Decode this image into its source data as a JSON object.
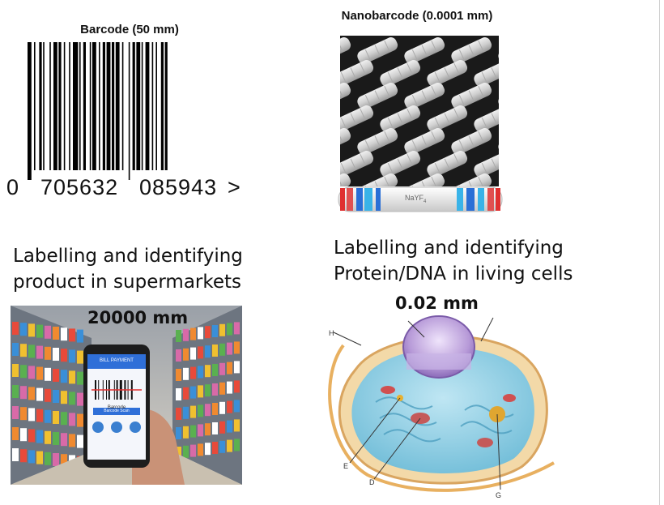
{
  "barcode": {
    "title": "Barcode (50 mm)",
    "digit_first": "0",
    "digits_left": "705632",
    "digits_right": "085943",
    "arrow": ">"
  },
  "nanobarcode": {
    "title": "Nanobarcode (0.0001 mm)",
    "rod_label": "NaYF",
    "rod_label_sub": "4"
  },
  "supermarket": {
    "caption_line1": "Labelling and identifying",
    "caption_line2": "product in supermarkets",
    "size_label": "20000 mm",
    "phone_header": "BILL PAYMENT",
    "phone_barcode_label": "Barcode",
    "phone_scan_button": "Barcode Scan"
  },
  "cell": {
    "caption_line1": "Labelling and identifying",
    "caption_line2": "Protein/DNA in living cells",
    "size_label": "0.02 mm",
    "labels": [
      "H",
      "E",
      "D",
      "G"
    ]
  },
  "colors": {
    "barcode": "#000000",
    "rods": "#d9d9d9",
    "rod_bg": "#1a1a1a",
    "band_red": "#e03030",
    "band_blue": "#2a6fd6",
    "band_cyan": "#39b3e8",
    "cell_blue": "#8fd0e8",
    "nucleus": "#b79ad8",
    "membrane": "#e8b060"
  }
}
